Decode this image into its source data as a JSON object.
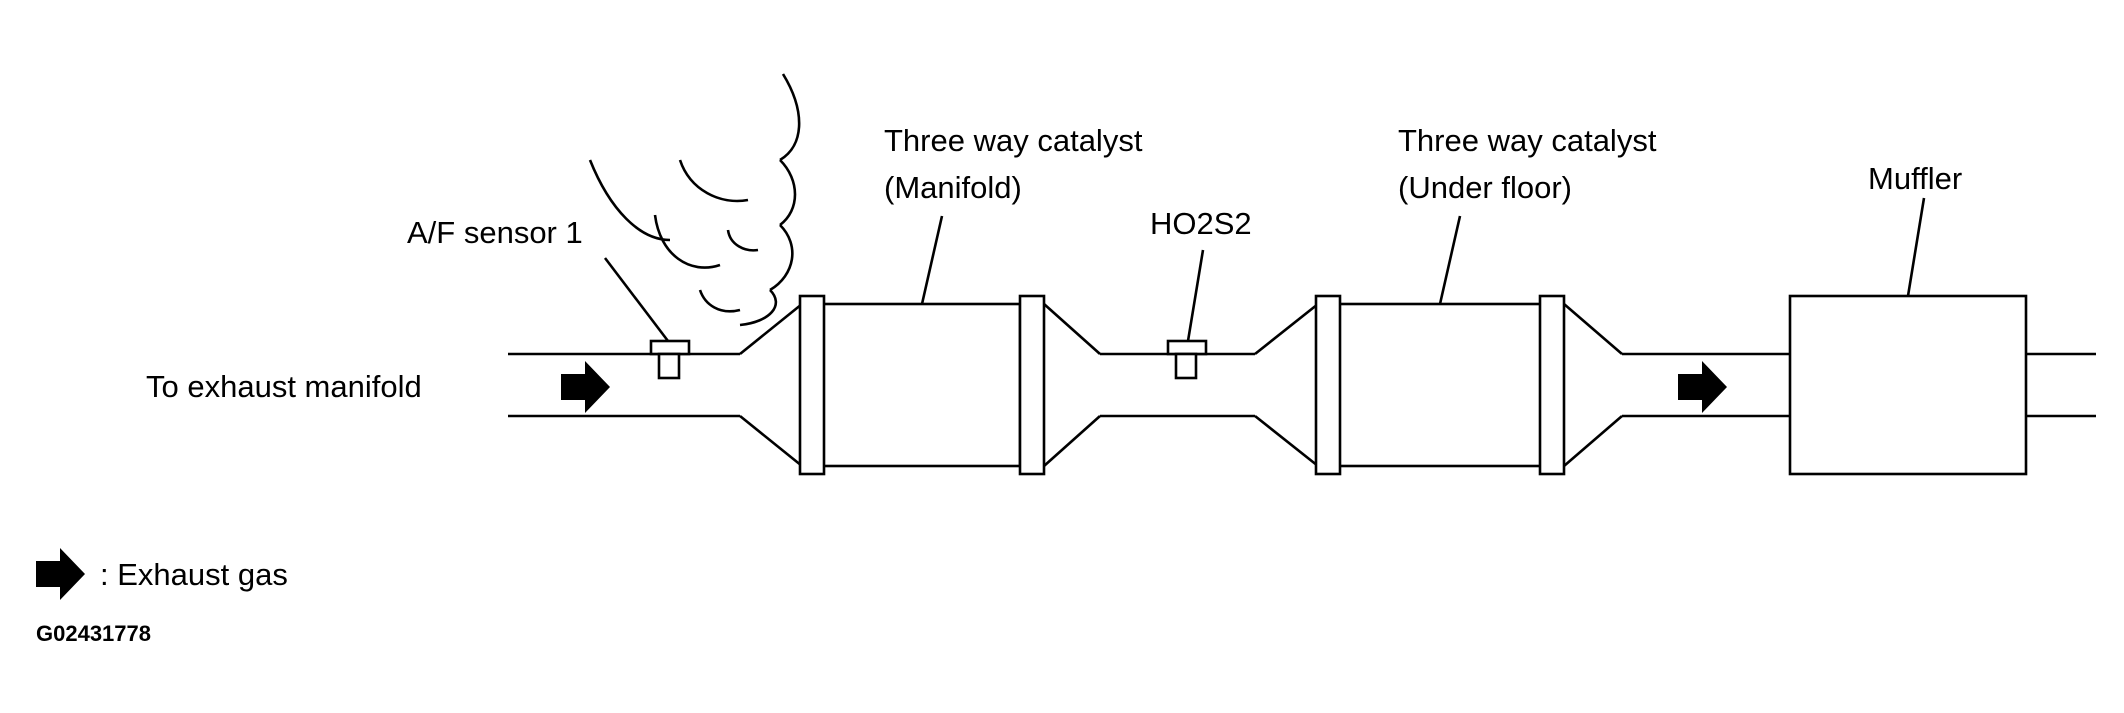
{
  "labels": {
    "inlet": "To exhaust manifold",
    "af_sensor": "A/F sensor 1",
    "catalyst_manifold_line1": "Three way catalyst",
    "catalyst_manifold_line2": "(Manifold)",
    "ho2s2": "HO2S2",
    "catalyst_underfloor_line1": "Three way catalyst",
    "catalyst_underfloor_line2": "(Under floor)",
    "muffler": "Muffler"
  },
  "legend": {
    "symbol_icon": "arrow-right-icon",
    "text": ": Exhaust gas"
  },
  "figure_code": "G02431778",
  "colors": {
    "line": "#000000",
    "background": "#ffffff"
  }
}
